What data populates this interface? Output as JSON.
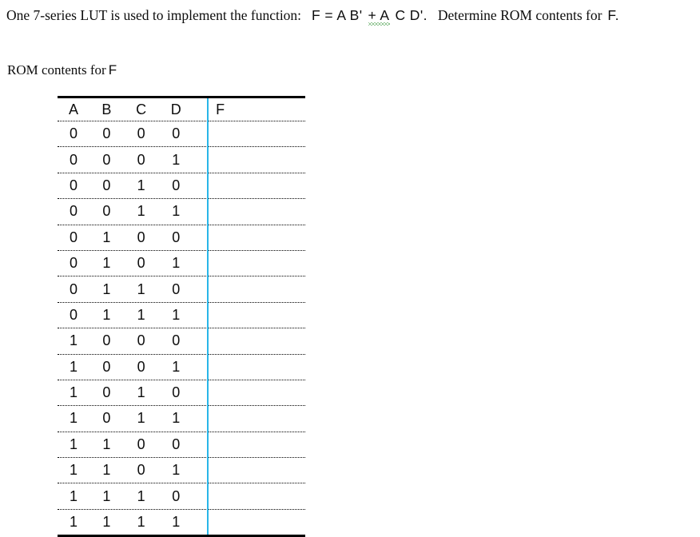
{
  "prompt": {
    "part1": "One 7-series LUT is used to implement the function:",
    "formula_prefix": "F = A B'",
    "formula_flagged": "+ A",
    "formula_suffix": "C D'.",
    "part2": "Determine ROM contents for",
    "part2_symbol": "F."
  },
  "section": {
    "label": "ROM contents for",
    "symbol": "F"
  },
  "colors": {
    "divider": "#29b6e8",
    "rule": "#000000",
    "spellcheck": "#1f8a23",
    "text": "#0d0d0d"
  },
  "table": {
    "headers": [
      "A",
      "B",
      "C",
      "D",
      "F"
    ],
    "rows": [
      [
        "0",
        "0",
        "0",
        "0",
        ""
      ],
      [
        "0",
        "0",
        "0",
        "1",
        ""
      ],
      [
        "0",
        "0",
        "1",
        "0",
        ""
      ],
      [
        "0",
        "0",
        "1",
        "1",
        ""
      ],
      [
        "0",
        "1",
        "0",
        "0",
        ""
      ],
      [
        "0",
        "1",
        "0",
        "1",
        ""
      ],
      [
        "0",
        "1",
        "1",
        "0",
        ""
      ],
      [
        "0",
        "1",
        "1",
        "1",
        ""
      ],
      [
        "1",
        "0",
        "0",
        "0",
        ""
      ],
      [
        "1",
        "0",
        "0",
        "1",
        ""
      ],
      [
        "1",
        "0",
        "1",
        "0",
        ""
      ],
      [
        "1",
        "0",
        "1",
        "1",
        ""
      ],
      [
        "1",
        "1",
        "0",
        "0",
        ""
      ],
      [
        "1",
        "1",
        "0",
        "1",
        ""
      ],
      [
        "1",
        "1",
        "1",
        "0",
        ""
      ],
      [
        "1",
        "1",
        "1",
        "1",
        ""
      ]
    ]
  }
}
